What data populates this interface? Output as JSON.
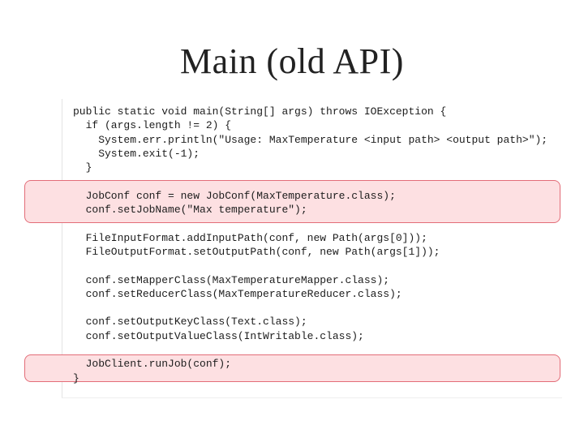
{
  "slide": {
    "title": "Main (old API)"
  },
  "code": {
    "lines": [
      "public static void main(String[] args) throws IOException {",
      "  if (args.length != 2) {",
      "    System.err.println(\"Usage: MaxTemperature <input path> <output path>\");",
      "    System.exit(-1);",
      "  }",
      "",
      "  JobConf conf = new JobConf(MaxTemperature.class);",
      "  conf.setJobName(\"Max temperature\");",
      "",
      "  FileInputFormat.addInputPath(conf, new Path(args[0]));",
      "  FileOutputFormat.setOutputPath(conf, new Path(args[1]));",
      "",
      "  conf.setMapperClass(MaxTemperatureMapper.class);",
      "  conf.setReducerClass(MaxTemperatureReducer.class);",
      "",
      "  conf.setOutputKeyClass(Text.class);",
      "  conf.setOutputValueClass(IntWritable.class);",
      "",
      "  JobClient.runJob(conf);",
      "}"
    ]
  },
  "colors": {
    "highlight_fill": "#fde0e2",
    "highlight_border": "#e36d78",
    "text": "#1c1c1c"
  }
}
